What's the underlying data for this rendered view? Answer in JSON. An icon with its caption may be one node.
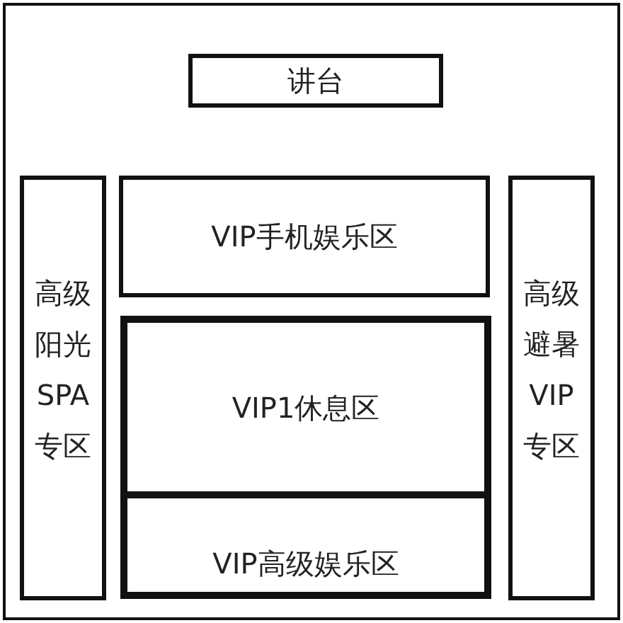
{
  "diagram": {
    "nodes": [
      {
        "text": [
          "讲台"
        ]
      },
      {
        "text": [
          "高级阳光SPA专区"
        ]
      },
      {
        "text": [
          "VIP手机娱乐区"
        ]
      },
      {
        "text": [
          "高级避暑VIP专区"
        ]
      },
      {
        "text": [
          "VIP1休息区"
        ]
      },
      {
        "text": [
          "VIP高级娱乐区"
        ]
      }
    ]
  }
}
